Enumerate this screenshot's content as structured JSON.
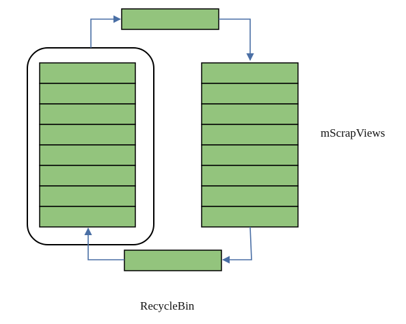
{
  "colors": {
    "cell_fill": "#93c47d",
    "cell_stroke": "#000000",
    "arrow": "#4a6fa5",
    "container_stroke": "#000000"
  },
  "labels": {
    "scrap_views": "mScrapViews",
    "recycle_bin": "RecycleBin"
  },
  "stacks": {
    "left_cell_count": 8,
    "right_cell_count": 8
  }
}
